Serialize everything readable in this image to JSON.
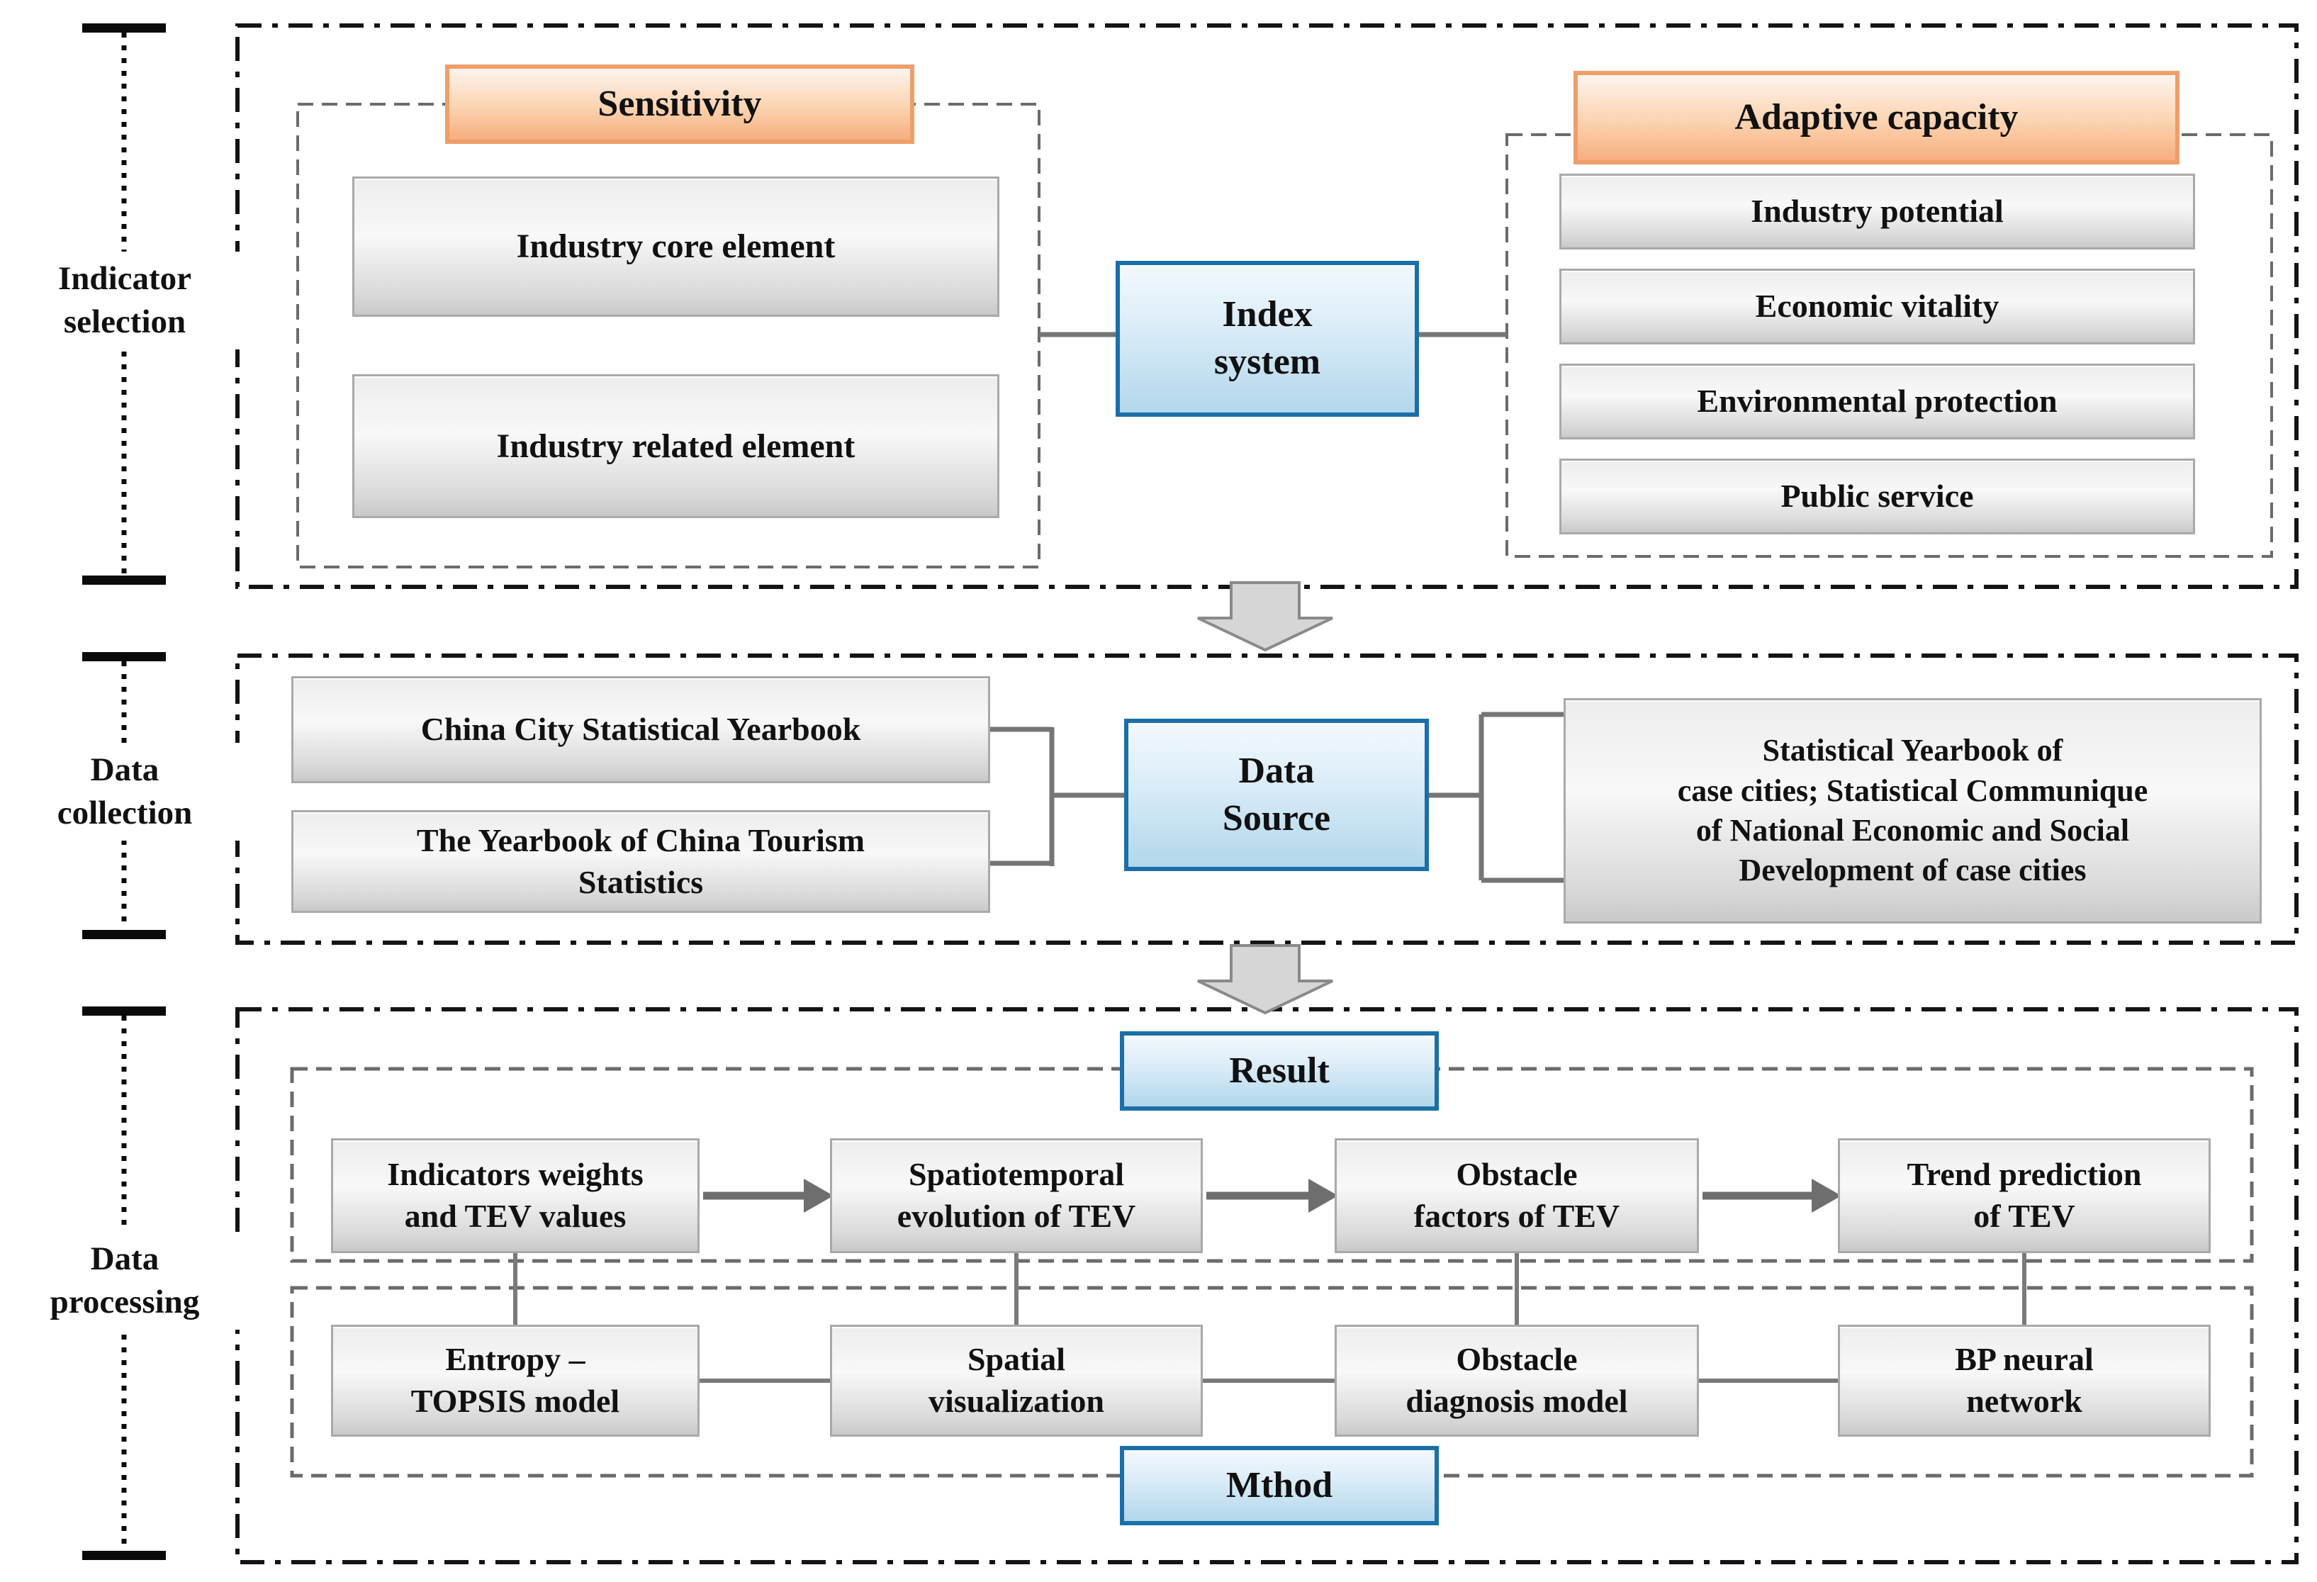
{
  "labels": {
    "indicator_selection": "Indicator\nselection",
    "data_collection": "Data\ncollection",
    "data_processing": "Data\nprocessing"
  },
  "indicator_section": {
    "sensitivity_header": "Sensitivity",
    "sensitivity_items": [
      "Industry core element",
      "Industry related element"
    ],
    "index_system": "Index\nsystem",
    "adaptive_header": "Adaptive capacity",
    "adaptive_items": [
      "Industry potential",
      "Economic vitality",
      "Environmental protection",
      "Public service"
    ]
  },
  "collection_section": {
    "sources_left": [
      "China City Statistical Yearbook",
      "The Yearbook of China Tourism\nStatistics"
    ],
    "data_source": "Data\nSource",
    "sources_right": "Statistical Yearbook of\ncase cities; Statistical Communique\nof National Economic and Social\nDevelopment of case cities"
  },
  "processing_section": {
    "result_header": "Result",
    "method_header": "Mthod",
    "results": [
      "Indicators weights\nand TEV values",
      "Spatiotemporal\nevolution of TEV",
      "Obstacle\nfactors of TEV",
      "Trend prediction\nof TEV"
    ],
    "methods": [
      "Entropy –\nTOPSIS model",
      "Spatial\nvisualization",
      "Obstacle\ndiagnosis model",
      "BP neural\nnetwork"
    ]
  },
  "colors": {
    "orange_border": "#ee9e6a",
    "blue_border": "#1a6fa8",
    "connector_gray": "#757575",
    "dash_black": "#141414"
  }
}
